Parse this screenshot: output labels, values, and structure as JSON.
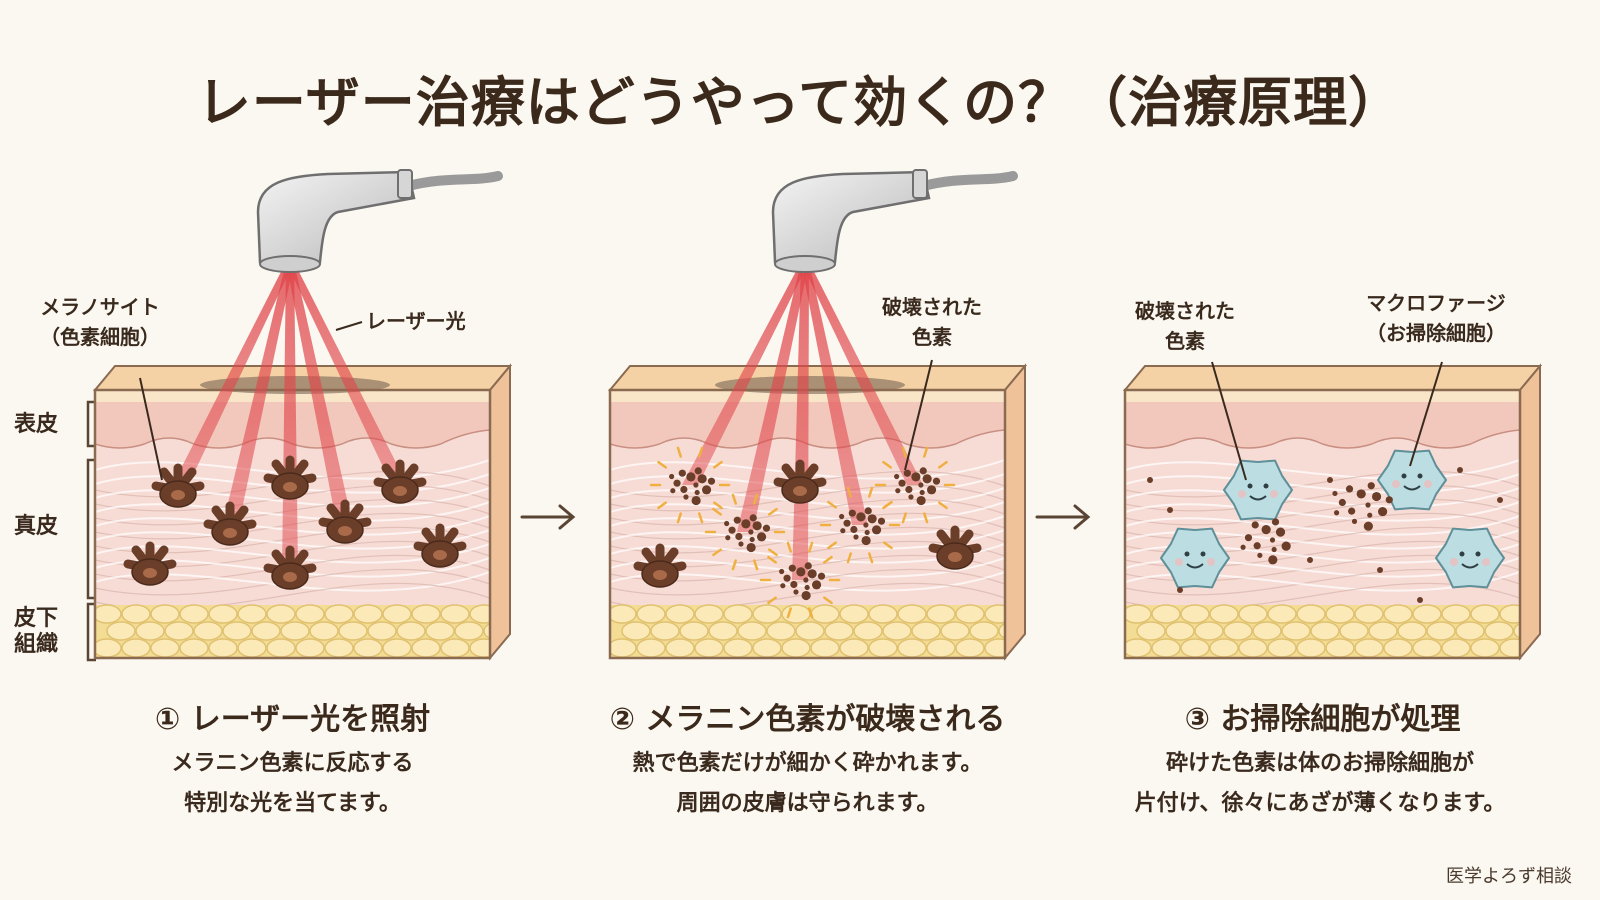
{
  "title": "レーザー治療はどうやって効くの？（治療原理）",
  "layers": {
    "epidermis": "表皮",
    "dermis": "真皮",
    "subcutis": "皮下\n組織"
  },
  "panel1": {
    "label_melanocyte": "メラノサイト\n（色素細胞）",
    "label_laser": "レーザー光",
    "step_title": "① レーザー光を照射",
    "desc": [
      "メラニン色素に反応する",
      "特別な光を当てます。"
    ]
  },
  "panel2": {
    "label_destroyed": "破壊された\n色素",
    "step_title": "② メラニン色素が破壊される",
    "desc": [
      "熱で色素だけが細かく砕かれます。",
      "周囲の皮膚は守られます。"
    ]
  },
  "panel3": {
    "label_destroyed": "破壊された\n色素",
    "label_macrophage": "マクロファージ\n（お掃除細胞）",
    "step_title": "③ お掃除細胞が処理",
    "desc": [
      "砕けた色素は体のお掃除細胞が",
      "片付け、徐々にあざが薄くなります。"
    ]
  },
  "footer": "医学よろず相談",
  "colors": {
    "epidermis": "#f2c8bc",
    "dermis": "#f7dcd6",
    "fat": "#f3dc94",
    "laser": "#e0474c",
    "melanin": "#6b3e2a",
    "macrophage": "#bcdde2"
  }
}
